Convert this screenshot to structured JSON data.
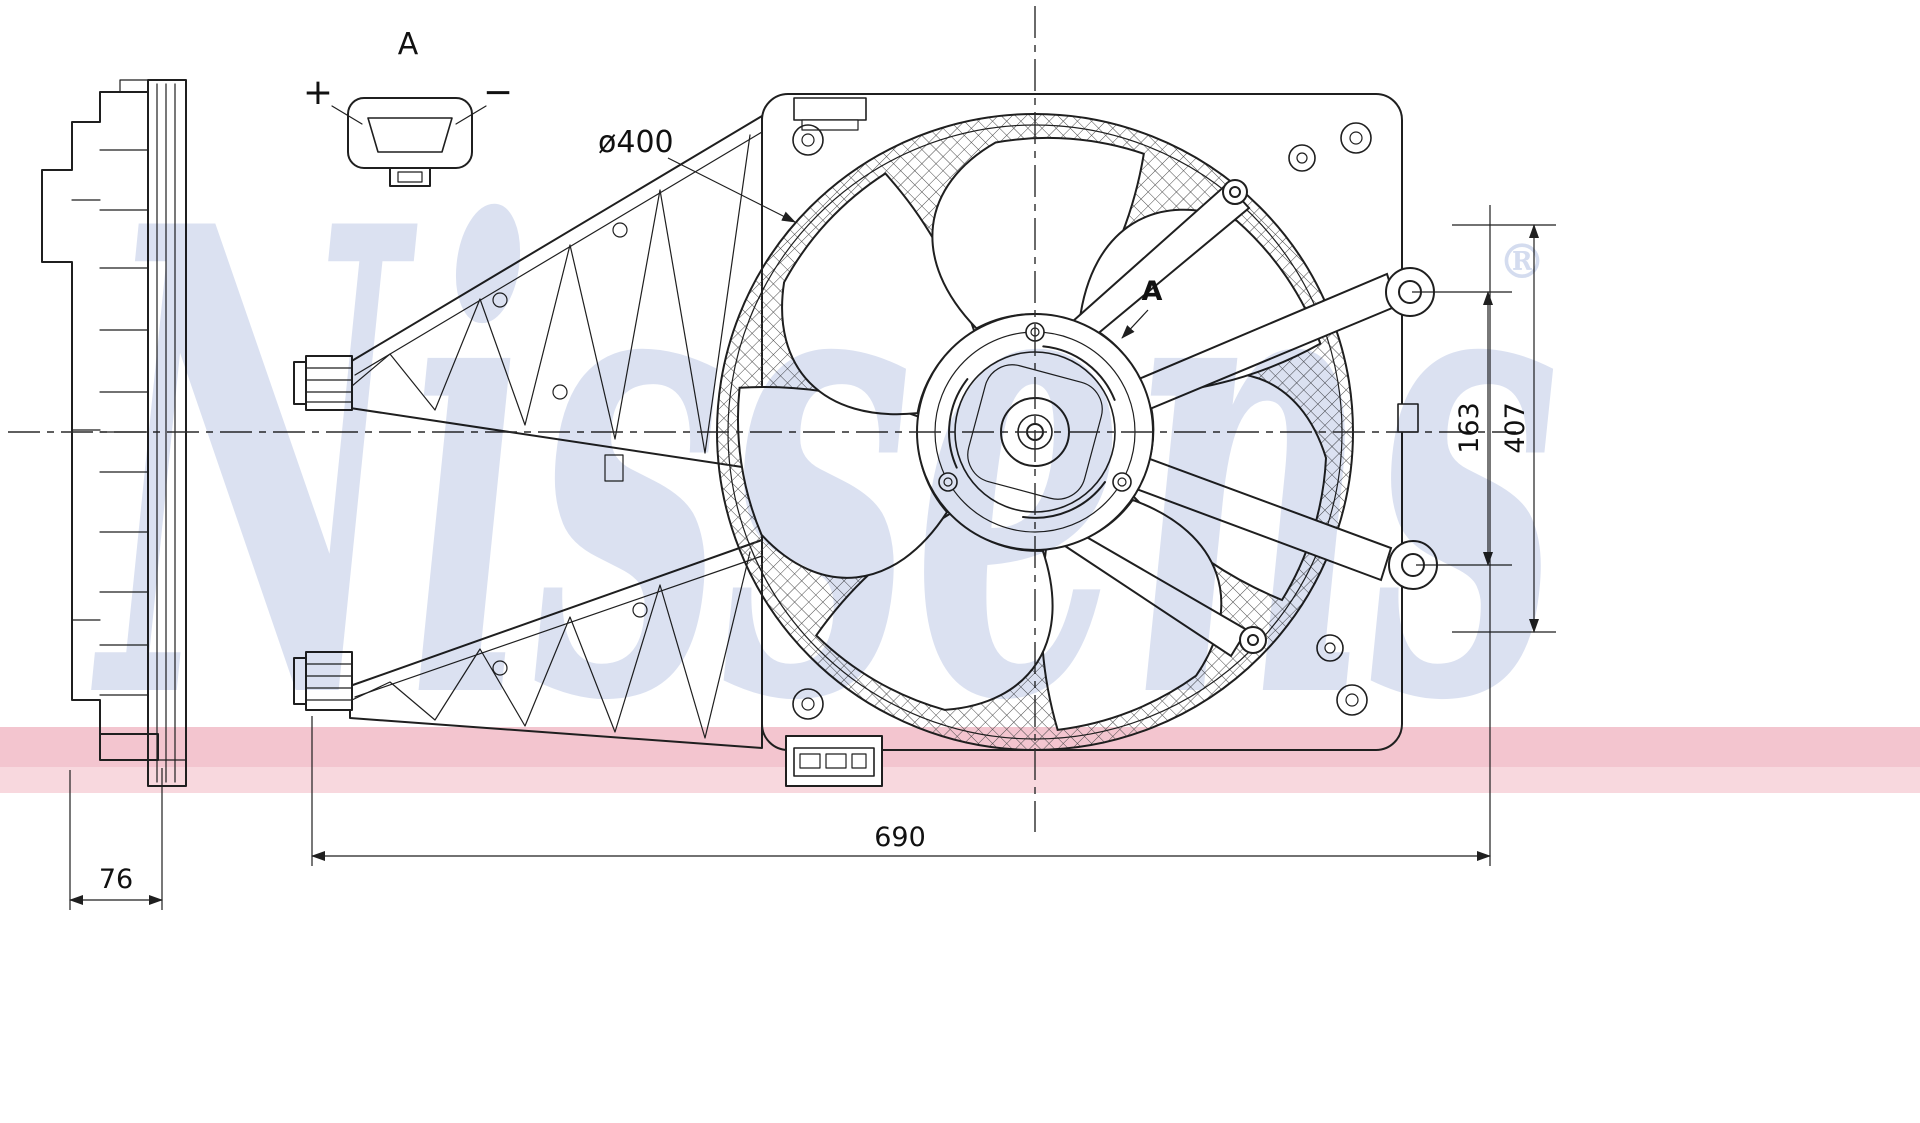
{
  "watermark": {
    "text": "Nissens",
    "registered": "®"
  },
  "connector_detail": {
    "label": "A",
    "plus": "+",
    "minus": "−"
  },
  "fan_view": {
    "arrow_label": "A"
  },
  "dimensions": {
    "fan_diameter": "ø400",
    "mount_spacing": "163",
    "overall_height": "407",
    "overall_width": "690",
    "depth": "76"
  },
  "colors": {
    "line": "#1f1f1f",
    "watermark": "#b7c4e4",
    "band": "#f3c5cf",
    "band_light": "#f8d8de",
    "hatch": "#4a4a4a",
    "background": "#ffffff"
  }
}
